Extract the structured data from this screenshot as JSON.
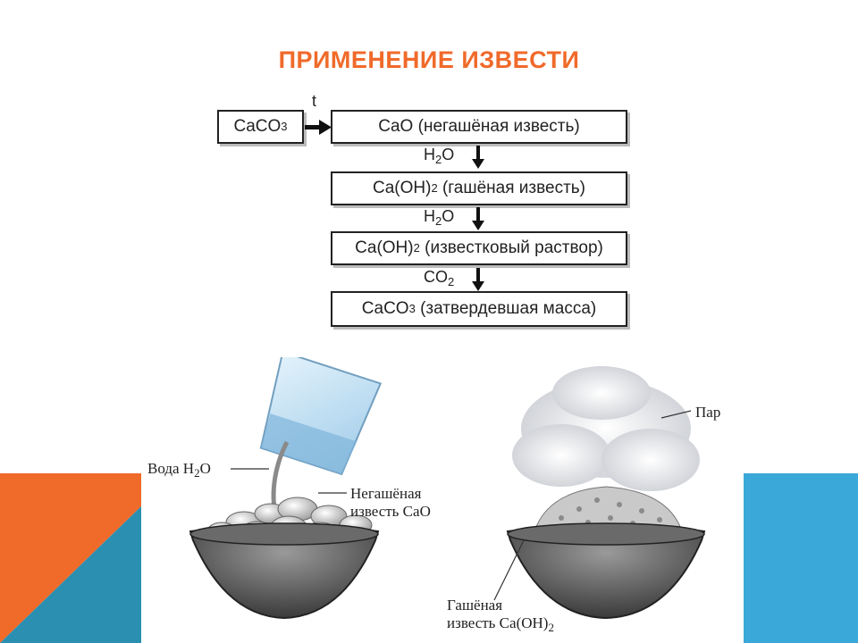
{
  "title": "ПРИМЕНЕНИЕ ИЗВЕСТИ",
  "colors": {
    "accent_orange": "#f06a2a",
    "accent_blue": "#3aa8d8",
    "accent_teal": "#2a8fb0"
  },
  "scheme": {
    "start": {
      "formula": "CaCO",
      "sub": "3"
    },
    "heat_label": "t",
    "steps": [
      {
        "formula": "CaO",
        "sub": "",
        "tail": "",
        "desc": " (негашёная известь)"
      },
      {
        "formula": "Ca(OH)",
        "sub": "2",
        "tail": "",
        "desc": " (гашёная известь)"
      },
      {
        "formula": "Ca(OH)",
        "sub": "2",
        "tail": "",
        "desc": " (известковый раствор)"
      },
      {
        "formula": "CaCO",
        "sub": "3",
        "tail": "",
        "desc": " (затвердевшая масса)"
      }
    ],
    "reagents": [
      {
        "a": "H",
        "sub": "2",
        "b": "O"
      },
      {
        "a": "H",
        "sub": "2",
        "b": "O"
      },
      {
        "a": "CO",
        "sub": "2",
        "b": ""
      }
    ]
  },
  "illustration": {
    "water_label": "Вода H",
    "water_sub": "2",
    "water_tail": "O",
    "quicklime_line1": "Негашёная",
    "quicklime_line2": "известь CaO",
    "steam_label": "Пар",
    "slaked_line1": "Гашёная",
    "slaked_line2": "известь Ca(OH)",
    "slaked_sub": "2"
  }
}
